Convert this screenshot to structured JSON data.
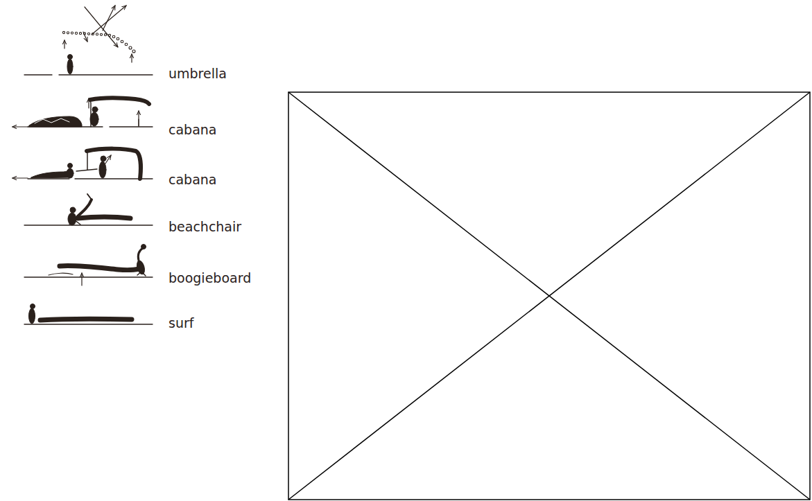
{
  "diagram": {
    "labels": [
      "umbrella",
      "cabana",
      "cabana",
      "beachchair",
      "boogieboard",
      "surf"
    ]
  }
}
